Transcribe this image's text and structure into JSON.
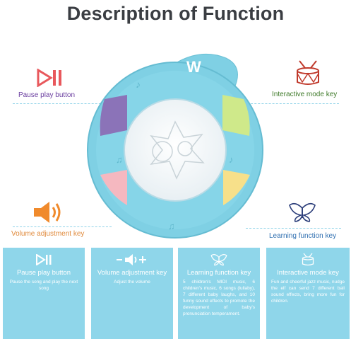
{
  "title": "Description of Function",
  "callouts": {
    "pause_play": "Pause play button",
    "interactive_mode": "Interactive mode key",
    "volume": "Volume adjustment key",
    "learning": "Learning function key"
  },
  "toy_badge": "W",
  "cards": [
    {
      "title": "Pause play button",
      "desc": "Pause the song and play the next song",
      "icon": "play-pause-icon"
    },
    {
      "title": "Volume adjustment key",
      "desc": "Adjust the volume",
      "icon": "volume-icon"
    },
    {
      "title": "Learning function key",
      "desc": "5 children's MIDI music, 6 children's music, 6 songs (lullaby), 7 different baby laughs, and 10 funny sound effects to promote the development of baby's pronunciation temperament.",
      "icon": "butterfly-icon"
    },
    {
      "title": "Interactive mode key",
      "desc": "Fun and cheerful jazz music, nudge the elf can send 7 different ball sound effects, bring more fun for children.",
      "icon": "drum-icon"
    }
  ],
  "colors": {
    "card_bg": "#8fd6ea",
    "toy_body": "#7fd0e4",
    "key_purple": "#8b73b8",
    "key_green": "#cfe98a",
    "key_pink": "#f5b8c0",
    "key_yellow": "#f7e08a",
    "pause_icon": "#e8585c",
    "volume_icon": "#f08a2c",
    "drum_icon": "#c0392b",
    "butterfly_icon": "#2c3e7a"
  }
}
